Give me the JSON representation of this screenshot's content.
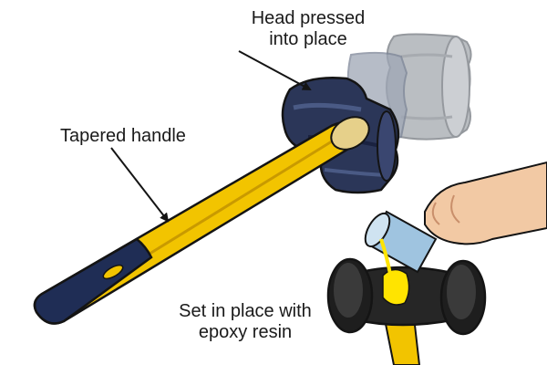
{
  "labels": {
    "head_line1": "Head pressed",
    "head_line2": "into place",
    "handle": "Tapered handle",
    "epoxy_line1": "Set in place with",
    "epoxy_line2": "epoxy resin"
  },
  "colors": {
    "handle_yellow": "#f2c400",
    "handle_yellow_shade": "#c99a00",
    "grip_navy": "#1f2d55",
    "head_navy": "#2b3658",
    "head_navy_dark": "#1a2240",
    "ghost_gray": "#a9adb3",
    "ghost_gray_dark": "#8c9096",
    "mallet_black": "#222222",
    "epoxy_yellow": "#ffe400",
    "cup_blue": "#9fc4e0",
    "skin": "#f2c9a4",
    "outline": "#141414"
  }
}
